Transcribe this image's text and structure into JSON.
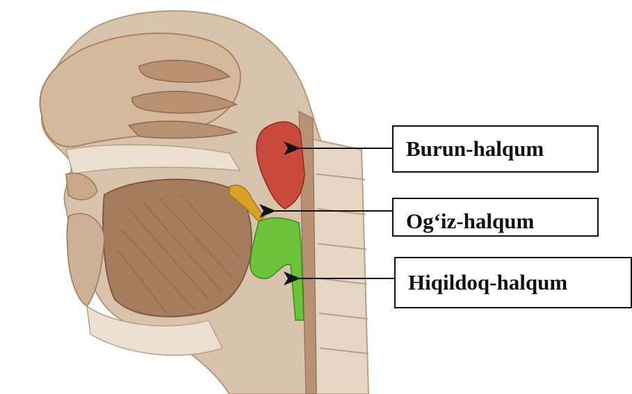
{
  "labels": {
    "nasopharynx": "Burun-halqum",
    "oropharynx": "Og‘iz-halqum",
    "laryngopharynx": "Hiqildoq-halqum"
  },
  "colors": {
    "nasopharynx": "#c94a3a",
    "oropharynx_upper": "#d9a02a",
    "laryngopharynx": "#6cc23a",
    "tissue": "#c9a88a",
    "bone": "#e8d8c6"
  }
}
